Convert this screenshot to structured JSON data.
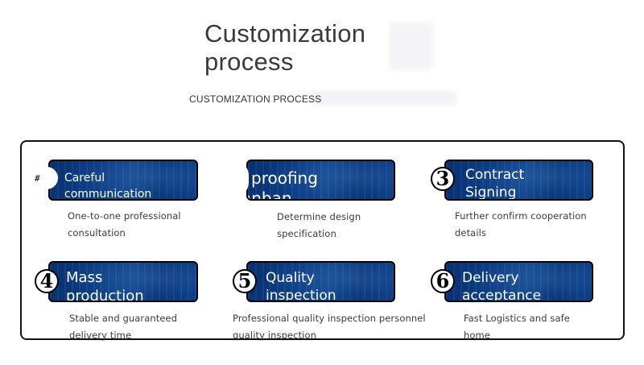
{
  "header": {
    "title_line1": "Customization",
    "title_line2": "process",
    "subtitle": "CUSTOMIZATION PROCESS"
  },
  "steps": [
    {
      "number": "#",
      "title_line1": "Careful",
      "title_line2": "communication",
      "desc_line1": "One-to-one professional",
      "desc_line2": "consultation"
    },
    {
      "number": "",
      "title_line1": "proofing",
      "title_line2": "anban",
      "desc_line1": "Determine design",
      "desc_line2": "specification"
    },
    {
      "number": "3",
      "title_line1": "Contract",
      "title_line2": "Signing",
      "desc_line1": "Further confirm cooperation",
      "desc_line2": "details"
    },
    {
      "number": "4",
      "title_line1": "Mass",
      "title_line2": "production",
      "desc_line1": "Stable and guaranteed",
      "desc_line2": "delivery time"
    },
    {
      "number": "5",
      "title_line1": "Quality",
      "title_line2": "inspection",
      "desc_line1": "Professional quality inspection personnel",
      "desc_line2": "quality inspection"
    },
    {
      "number": "6",
      "title_line1": "Delivery",
      "title_line2": "acceptance",
      "desc_line1": "Fast Logistics and safe",
      "desc_line2": "home"
    }
  ],
  "colors": {
    "banner": "#0b3d85",
    "text": "#3a3a3a",
    "border": "#111111"
  }
}
